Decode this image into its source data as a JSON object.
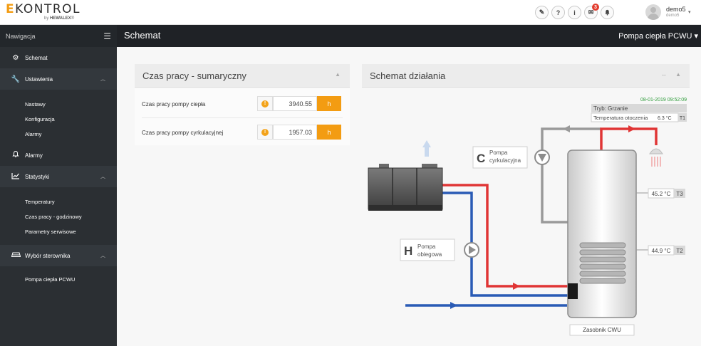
{
  "brand": {
    "logo_first": "E",
    "logo_rest": "KONTROL",
    "logo_sub_prefix": "by",
    "logo_sub_brand": "HEWALEX"
  },
  "topbar": {
    "icons": [
      {
        "name": "edit-icon",
        "glyph": "✎"
      },
      {
        "name": "help-icon",
        "glyph": "?"
      },
      {
        "name": "info-icon",
        "glyph": "i"
      },
      {
        "name": "mail-icon",
        "glyph": "✉",
        "badge": "3"
      },
      {
        "name": "bell-icon",
        "glyph": "🔔"
      }
    ],
    "user_name": "demo5",
    "user_sub": "demo5"
  },
  "sidebar": {
    "header": "Nawigacja",
    "items": {
      "schemat": "Schemat",
      "ustawienia": "Ustawienia",
      "nastawy": "Nastawy",
      "konfiguracja": "Konfiguracja",
      "alarmy_sub": "Alarmy",
      "alarmy": "Alarmy",
      "statystyki": "Statystyki",
      "temperatury": "Temperatury",
      "czas_pracy": "Czas pracy - godzinowy",
      "parametry": "Parametry serwisowe",
      "wybor": "Wybór sterownika",
      "pompa": "Pompa ciepła PCWU"
    }
  },
  "page": {
    "title": "Schemat",
    "device": "Pompa ciepła PCWU"
  },
  "runtime_panel": {
    "title": "Czas pracy - sumaryczny",
    "rows": [
      {
        "label": "Czas pracy pompy ciepła",
        "value": "3940.55",
        "unit": "h"
      },
      {
        "label": "Czas pracy pompy cyrkulacyjnej",
        "value": "1957.03",
        "unit": "h"
      }
    ]
  },
  "schema_panel": {
    "title": "Schemat działania",
    "timestamp": "08-01-2019 09:52:09",
    "mode": "Tryb: Grzanie",
    "ambient_label": "Temperatura otoczenia",
    "ambient_value": "6.3 °C",
    "ambient_sensor": "T1",
    "pump_c": {
      "letter": "C",
      "line1": "Pompa",
      "line2": "cyrkulacyjna"
    },
    "pump_h": {
      "letter": "H",
      "line1": "Pompa",
      "line2": "obiegowa"
    },
    "t3": {
      "value": "45.2 °C",
      "sensor": "T3"
    },
    "t2": {
      "value": "44.9 °C",
      "sensor": "T2"
    },
    "tank_label": "Zasobnik CWU",
    "colors": {
      "hot": "#e03535",
      "cold": "#2a5bb5",
      "gray": "#9a9a9a",
      "accent": "#f39c12"
    }
  }
}
